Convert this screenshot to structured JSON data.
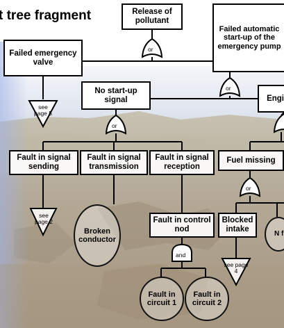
{
  "title": "t tree fragment",
  "events": {
    "release_of_pollutant": "Release of pollutant",
    "failed_emergency_valve": "Failed emergency valve",
    "failed_automatic_startup": "Failed automatic start-up of the emergency pump",
    "no_startup_signal": "No start-up signal",
    "engine": "Engi",
    "fault_signal_sending": "Fault in signal sending",
    "fault_signal_transmission": "Fault in signal transmission",
    "fault_signal_reception": "Fault in signal reception",
    "fuel_missing": "Fuel missing",
    "fault_control_nod": "Fault in control nod",
    "blocked_intake": "Blocked intake"
  },
  "basic_events": {
    "broken_conductor": "Broken conductor",
    "fault_circuit_1": "Fault in circuit 1",
    "fault_circuit_2": "Fault in circuit 2",
    "partial_right": "N fu"
  },
  "transfers": {
    "page5": "see page 5",
    "page2": "see page 2",
    "page4": "see page 4"
  },
  "gates": {
    "or": "or",
    "and": "and"
  }
}
